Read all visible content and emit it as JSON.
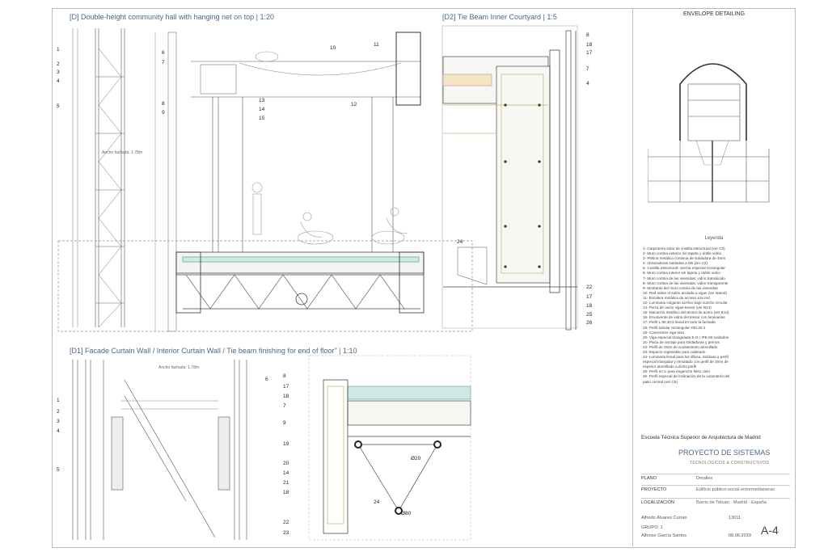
{
  "titles": {
    "d0": "[D] Double-height community hall with hanging net on top | 1:20",
    "d2": "[D2] Tie Beam Inner Courtyard | 1:5",
    "d1": "[D1] Facade Curtain Wall / Interior Curtain Wall / Tie beam finishing for end of floor\" | 1:10"
  },
  "sidebar": {
    "envelope_title": "ENVELOPE DETAILING",
    "legend_title": "Leyenda",
    "legend": [
      "1- Carpintería solar de costilla estructural (ver C3)",
      "2- Muro cortina exterior sin tapeta y doble vidrio",
      "3- Pletina metálica continua de soldadura de 4mm",
      "4- Abrazaderas soldadas a l35 (ver C2)",
      "5- Costilla estructural: cercha especial rectangular",
      "6- Muro cortina interior sin tapeta y doble vidrio",
      "7- Muro cortina de las viviendas: vidrio translúcido",
      "8- Muro cortina de las viviendas: vidrio transparente",
      "9- Montante del muro cortina de las viviendas",
      "10- Red sobre el salón anclada a vigas (ver lateral)",
      "11- Escalera metálica de acceso a la red",
      "12- Luminaria colgante acrílico bajo zuncho circular",
      "14- Pieza de unión vigas-tensor (ver B14)",
      "15- Macarrón metálico del tensor de acero (ver B14)",
      "16- Envolvente de vidrio del tensor con luminarias",
      "17- Perfil L 80.40.5 lineal en todo la fachada",
      "18- Perfil tubular rectangular #40.40.4",
      "19- Conectores viga-losa",
      "20- Viga especial triangulada E-O | IPE-80 soldados",
      "21- Placa de anclaje para soldaduras y pernos",
      "22- Perfil de 3mm de ocultamiento atornillado",
      "23- Espacio registrable para cableado",
      "24- Luminaria lineal para luz difusa. Soldada a perfil",
      "especial triangular y rematado con perfil de 3mm de",
      "espesor atornillado a dicho perfil",
      "25- Perfil en U para enganche falso cielo",
      "26- Perfil especial de inclinación de la carpintería del",
      "patio central (ver C5)"
    ],
    "school": "Escuela Técnica Superior de Arquitectura de Madrid",
    "project": "PROYECTO DE SISTEMAS",
    "project_sub": "TECNOLÓGICOS & CONSTRUCTIVOS",
    "rows": [
      {
        "k": "PLANO",
        "v": "Detalles"
      },
      {
        "k": "PROYECTO",
        "v": "Edificio público-social entremedianeras"
      },
      {
        "k": "LOCALIZACIÓN",
        "v": "Barrio de Tetuán · Madrid · España"
      }
    ],
    "student1": "Alfredo Álvarez Curran",
    "student_id": "13011",
    "group": "GRUPO: 1",
    "student2": "Alfonso García Santos",
    "date": "08.06.2019",
    "sheet": "A-4"
  },
  "callouts": {
    "d0_left": [
      "1",
      "2",
      "3",
      "4",
      "5"
    ],
    "d0_right_of_net": [
      "6",
      "7",
      "8",
      "9",
      "13",
      "14",
      "15",
      "12",
      "10",
      "11"
    ],
    "d2_right": [
      "8",
      "18",
      "17",
      "7",
      "4",
      "22",
      "17",
      "18",
      "25",
      "26",
      "24"
    ],
    "d1_left": [
      "1",
      "2",
      "3",
      "4",
      "5",
      "6"
    ],
    "d1_mid": [
      "8",
      "17",
      "18",
      "7",
      "9",
      "19",
      "20",
      "14",
      "21",
      "18",
      "22",
      "23",
      "24"
    ],
    "dims": [
      "Ancho fachada: 1.78m",
      "Ancho fachada: 1.78m",
      "Ø20",
      "Ø80"
    ]
  }
}
